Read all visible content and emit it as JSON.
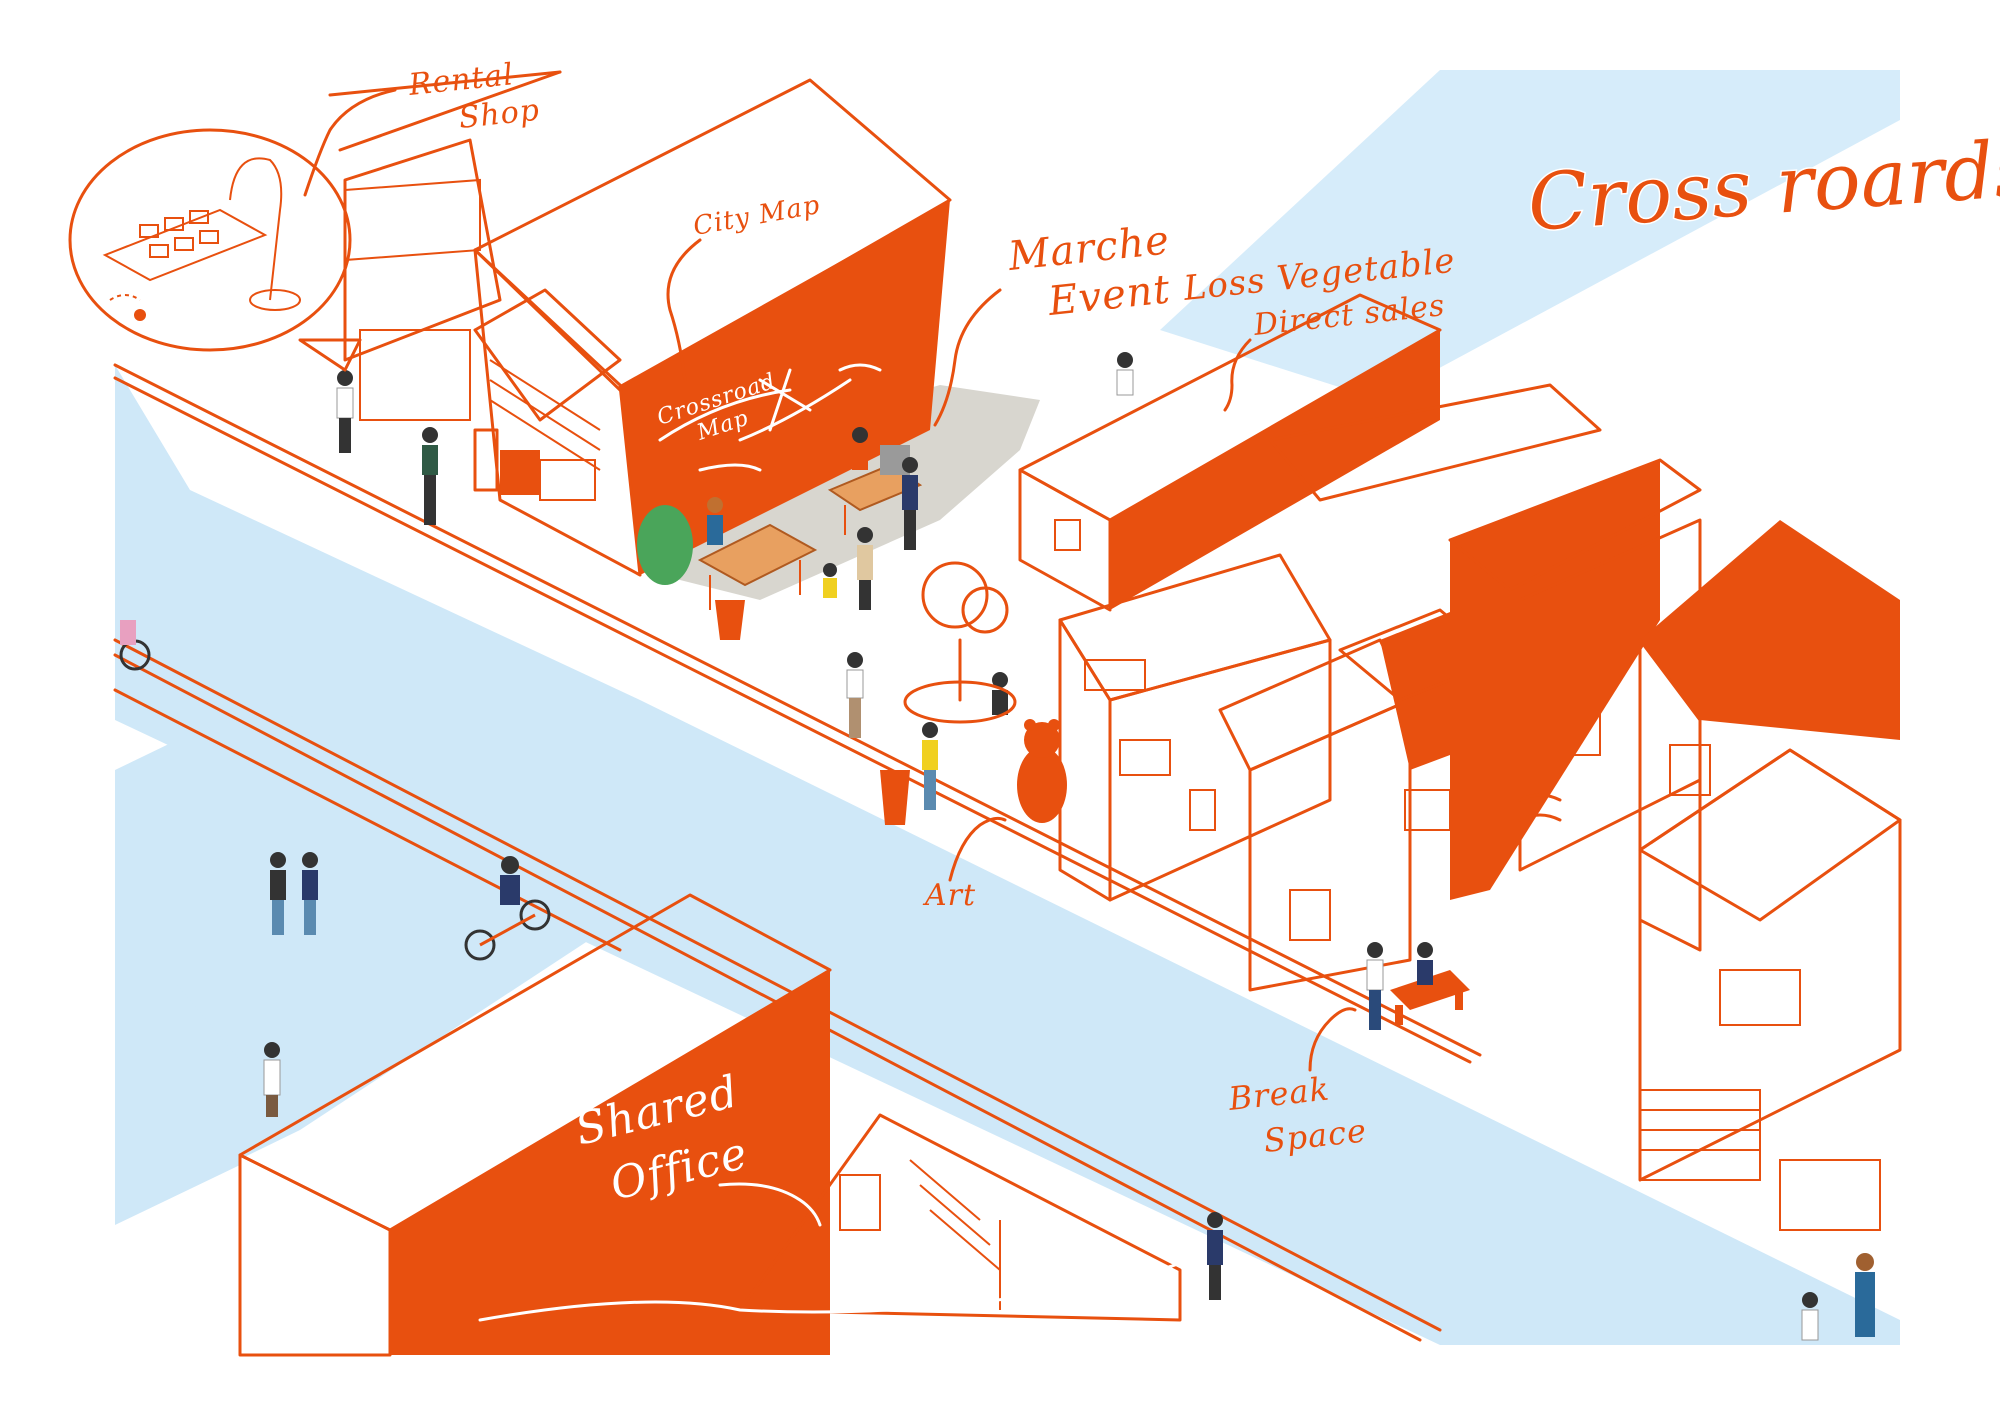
{
  "title": "Cross roards",
  "labels": {
    "rental_shop_line1": "Rental",
    "rental_shop_line2": "Shop",
    "city_map": "City Map",
    "marche_event_line1": "Marche",
    "marche_event_line2": "Event",
    "loss_vegetable_line1": "Loss Vegetable",
    "loss_vegetable_line2": "Direct sales",
    "art": "Art",
    "break_space_line1": "Break",
    "break_space_line2": "Space",
    "shared_office_line1": "Shared",
    "shared_office_line2": "Office",
    "crossroad_map_line1": "Crossroad",
    "crossroad_map_line2": "Map"
  },
  "colors": {
    "accent": "#e8500f",
    "peach": "#fbd9bf",
    "road": "#cfe8f8",
    "sky": "#d6ecfa",
    "white": "#ffffff",
    "plaza": "#d8d6cf"
  }
}
